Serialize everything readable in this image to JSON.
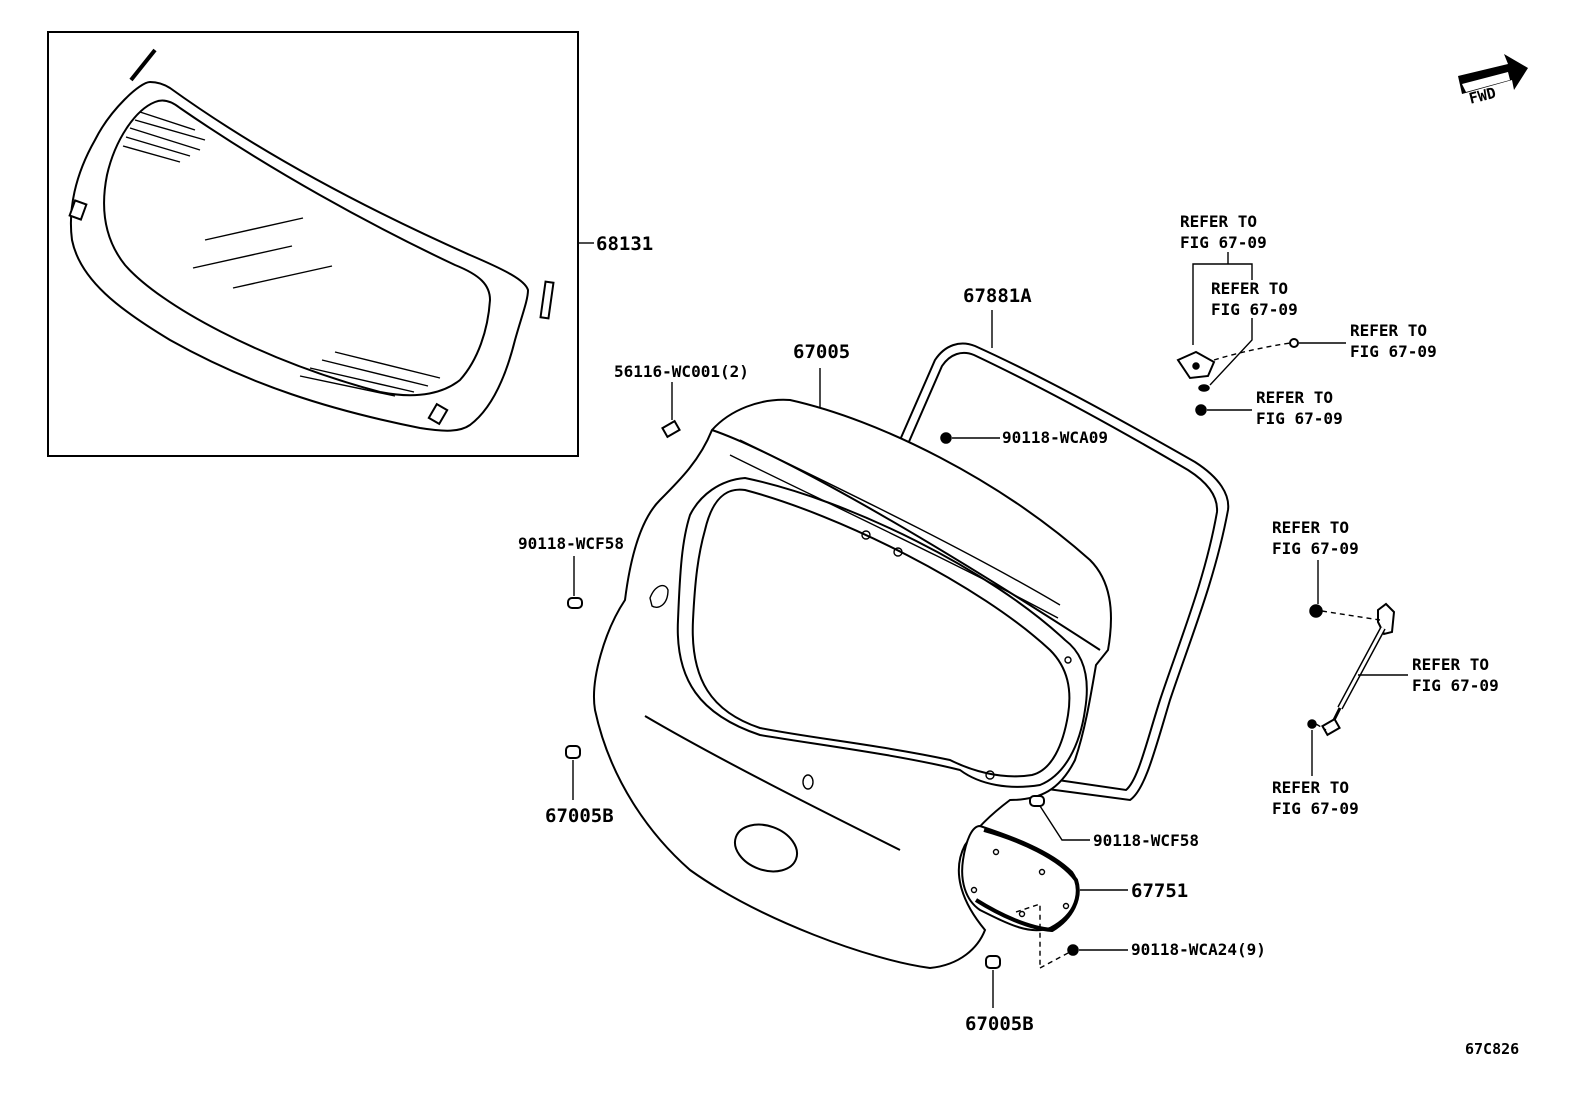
{
  "figure": {
    "code": "67C826",
    "fwd": "FWD"
  },
  "callouts": {
    "glass": "68131",
    "weatherstrip": "67881A",
    "back_door_panel": "67005",
    "clip_56116": "56116-WC001(2)",
    "clip_wca09": "90118-WCA09",
    "clip_wcf58_left": "90118-WCF58",
    "bumper_left": "67005B",
    "clip_wcf58_right": "90118-WCF58",
    "trim_cover": "67751",
    "clip_wca24": "90118-WCA24(9)",
    "bumper_bottom": "67005B"
  },
  "refer_to": {
    "hinge_top": [
      "REFER TO",
      "FIG 67-09"
    ],
    "hinge_bolt": [
      "REFER TO",
      "FIG 67-09"
    ],
    "hinge_right": [
      "REFER TO",
      "FIG 67-09"
    ],
    "hinge_nut": [
      "REFER TO",
      "FIG 67-09"
    ],
    "stay_top": [
      "REFER TO",
      "FIG 67-09"
    ],
    "stay": [
      "REFER TO",
      "FIG 67-09"
    ],
    "stay_bottom": [
      "REFER TO",
      "FIG 67-09"
    ]
  }
}
